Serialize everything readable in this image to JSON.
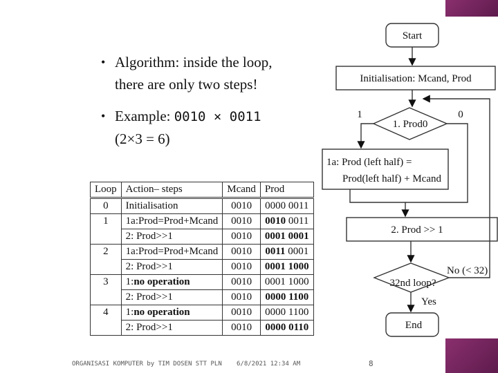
{
  "slide": {
    "bullets": [
      {
        "line1": "Algorithm: inside the loop,",
        "line2": "there are only two steps!"
      },
      {
        "prefix": "Example: ",
        "code": "0010 × 0011",
        "line2": "(2×3 = 6)"
      }
    ]
  },
  "table": {
    "headers": [
      "Loop",
      "Action– steps",
      "Mcand",
      "Prod"
    ],
    "rows": [
      {
        "loop": "0",
        "action": "Initialisation",
        "mcand": "0010",
        "prod_hi": "0000",
        "prod_lo": "0011"
      },
      {
        "loop": "1",
        "action": "1a:Prod=Prod+Mcand",
        "mcand": "0010",
        "prod_hi": "0010",
        "prod_lo": "0011"
      },
      {
        "loop": "",
        "action": "2: Prod>>1",
        "mcand": "0010",
        "prod_hi": "0001",
        "prod_lo": "0001"
      },
      {
        "loop": "2",
        "action": "1a:Prod=Prod+Mcand",
        "mcand": "0010",
        "prod_hi": "0011",
        "prod_lo": "0001"
      },
      {
        "loop": "",
        "action": "2: Prod>>1",
        "mcand": "0010",
        "prod_hi": "0001",
        "prod_lo": "1000"
      },
      {
        "loop": "3",
        "action_prefix": "1:",
        "action_bold": "no operation",
        "mcand": "0010",
        "prod_hi": "0001",
        "prod_lo": "1000"
      },
      {
        "loop": "",
        "action": "2: Prod>>1",
        "mcand": "0010",
        "prod_hi": "0000",
        "prod_lo": "1100"
      },
      {
        "loop": "4",
        "action_prefix": "1:",
        "action_bold": "no operation",
        "mcand": "0010",
        "prod_hi": "0000",
        "prod_lo": "1100"
      },
      {
        "loop": "",
        "action": "2: Prod>>1",
        "mcand": "0010",
        "prod_hi": "0000",
        "prod_lo": "0110"
      }
    ]
  },
  "flowchart": {
    "start": "Start",
    "init": "Initialisation:  Mcand, Prod",
    "decision1": "1. Prod0",
    "branch_one": "1",
    "branch_zero": "0",
    "step1a_line1": "1a: Prod (left half)  =",
    "step1a_line2": "Prod(left half) + Mcand",
    "step2": "2. Prod  >> 1",
    "decision2": "32nd loop?",
    "no_label": "No (< 32)",
    "yes_label": "Yes",
    "end": "End"
  },
  "footer": {
    "left": "ORGANISASI KOMPUTER  by  TIM DOSEN STT PLN",
    "date": "6/8/2021 12:34 AM",
    "page": "8"
  }
}
